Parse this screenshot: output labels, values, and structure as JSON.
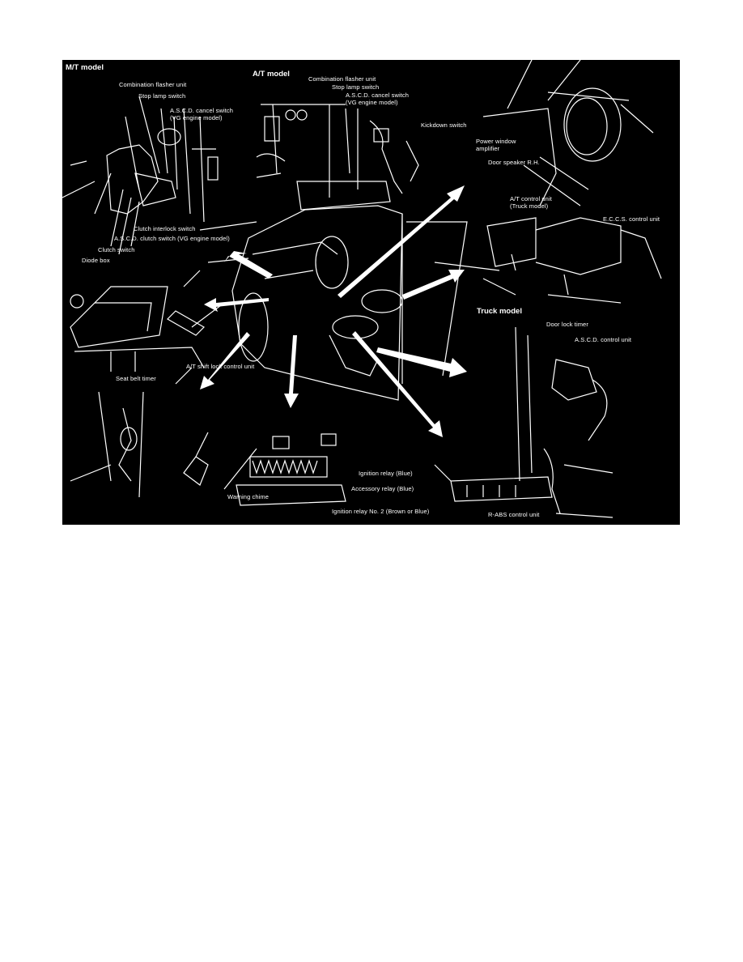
{
  "figure": {
    "background": "#000000",
    "foreground": "#ffffff",
    "sections": {
      "mt_model": {
        "title": "M/T model",
        "labels": [
          "Combination flasher unit",
          "Stop lamp switch",
          "A.S.C.D. cancel switch",
          "(VG engine model)",
          "Clutch interlock switch",
          "A.S.C.D. clutch switch (VG engine model)",
          "Clutch switch",
          "Diode box"
        ]
      },
      "at_model": {
        "title": "A/T model",
        "labels": [
          "Combination flasher unit",
          "Stop lamp switch",
          "A.S.C.D. cancel switch",
          "(VG engine model)",
          "Kickdown switch"
        ]
      },
      "door": {
        "labels": [
          "Power window",
          "amplifier",
          "Door speaker R.H."
        ]
      },
      "control_units": {
        "labels": [
          "A/T control unit",
          "(Truck model)",
          "E.C.C.S. control unit"
        ]
      },
      "shift_lock": {
        "labels": [
          "A/T shift lock control unit"
        ]
      },
      "seat_belt": {
        "labels": [
          "Seat belt timer",
          "Warning chime"
        ]
      },
      "relay_box": {
        "labels": [
          "Ignition relay (Blue)",
          "Accessory relay (Blue)",
          "Ignition relay No. 2 (Brown or Blue)"
        ]
      },
      "truck_model": {
        "title": "Truck model",
        "labels": [
          "Door lock timer",
          "A.S.C.D. control unit",
          "R-ABS control unit"
        ]
      }
    },
    "arrows": [
      "upper-left",
      "left",
      "lower-left",
      "down",
      "lower-right",
      "right",
      "upper-right",
      "top-right"
    ]
  }
}
